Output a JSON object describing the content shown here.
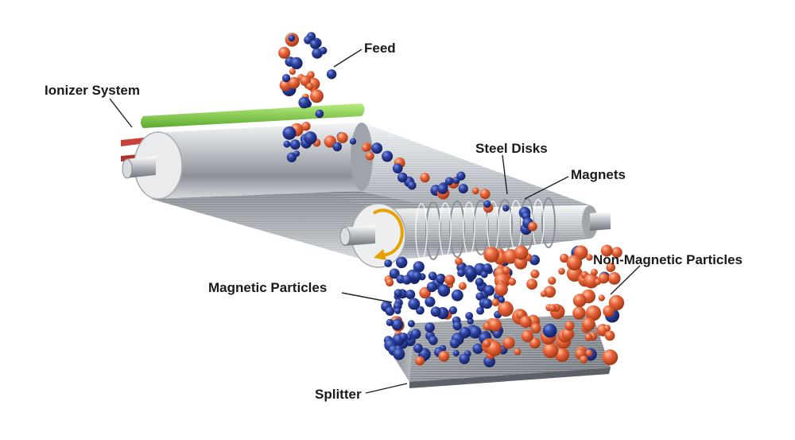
{
  "labels": {
    "feed": "Feed",
    "ionizer_system": "Ionizer System",
    "steel_disks": "Steel Disks",
    "magnets": "Magnets",
    "non_magnetic_particles": "Non-Magnetic Particles",
    "magnetic_particles": "Magnetic Particles",
    "splitter": "Splitter"
  },
  "colors": {
    "magnetic_particle": "#2b3f9a",
    "non_magnetic_particle": "#e4643a",
    "ionizer_bar": "#8fd14f",
    "ionizer_electrode": "#c0392b",
    "metal": "#c9cdd2"
  },
  "icons": {
    "rotation": "rotation-arrow-icon"
  }
}
